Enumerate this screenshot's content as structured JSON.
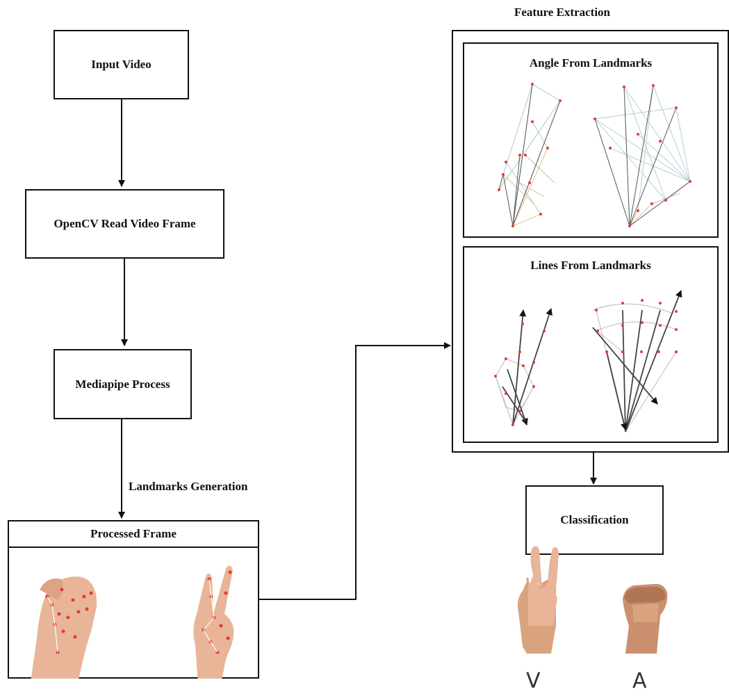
{
  "nodes": {
    "input_video": "Input Video",
    "opencv": "OpenCV Read Video Frame",
    "mediapipe": "Mediapipe Process",
    "landmarks_generation": "Landmarks Generation",
    "processed_frame": "Processed Frame",
    "feature_extraction": "Feature Extraction",
    "angle_from_landmarks": "Angle From Landmarks",
    "lines_from_landmarks": "Lines From Landmarks",
    "classification": "Classification"
  },
  "outputs": {
    "letter_v": "V",
    "letter_a": "A"
  },
  "colors": {
    "line": "#111111",
    "landmark": "#e53935",
    "skin": "#e8b598",
    "skin_dark": "#c98f6e"
  }
}
